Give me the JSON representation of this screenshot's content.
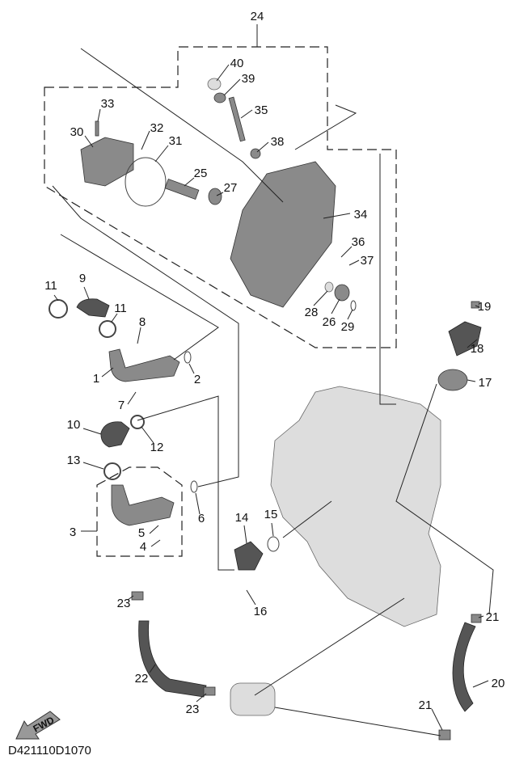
{
  "diagram_code": "D421110D1070",
  "fwd_label": "FWD",
  "callouts": [
    "24",
    "40",
    "39",
    "35",
    "38",
    "33",
    "30",
    "32",
    "31",
    "25",
    "27",
    "34",
    "36",
    "37",
    "28",
    "26",
    "29",
    "19",
    "18",
    "17",
    "11",
    "9",
    "11",
    "8",
    "1",
    "2",
    "7",
    "10",
    "12",
    "13",
    "3",
    "6",
    "5",
    "4",
    "14",
    "15",
    "16",
    "23",
    "21",
    "22",
    "20",
    "23",
    "21"
  ],
  "colors": {
    "line": "#222222",
    "part": "#8a8a8a",
    "engine": "#dddddd"
  }
}
